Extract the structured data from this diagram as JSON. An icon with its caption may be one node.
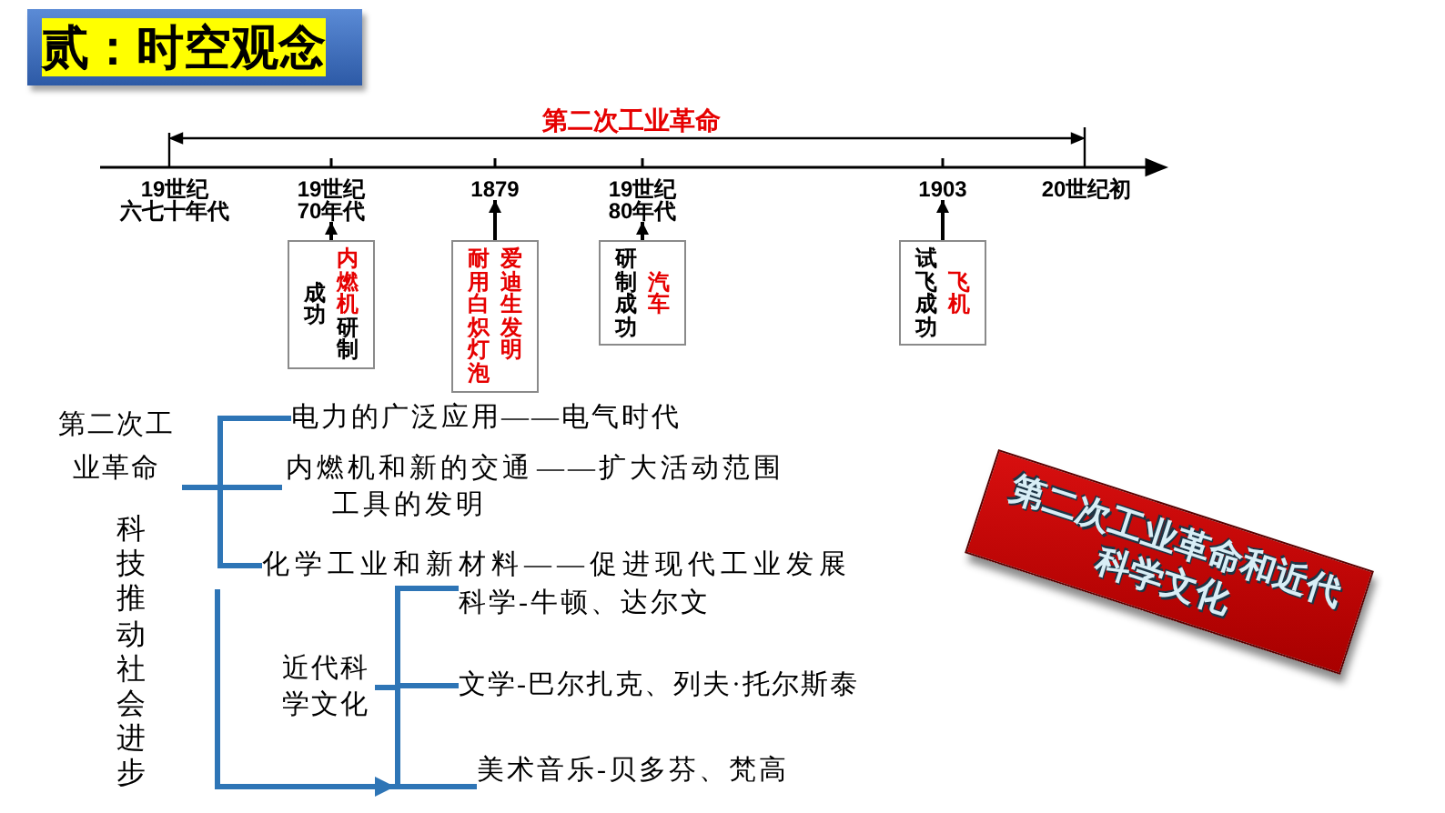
{
  "diagram": {
    "title": "贰：时空观念",
    "nodes": [
      {
        "text": [
          "19世纪70年代"
        ]
      },
      {
        "text": [
          "1879"
        ]
      },
      {
        "text": [
          "19世纪80年代"
        ]
      },
      {
        "text": [
          "1903"
        ]
      },
      {
        "text": [
          "成功",
          "内燃机",
          "研制"
        ]
      },
      {
        "text": [
          "耐用白炽灯泡",
          "爱迪生发明"
        ]
      },
      {
        "text": [
          "研制成功",
          "汽车"
        ]
      },
      {
        "text": [
          "试飞成功",
          "飞机"
        ]
      },
      {
        "text": [
          "第二次工业革命"
        ]
      },
      {
        "text": [
          "电力的广泛应用——电气时代"
        ]
      },
      {
        "text": [
          "内燃机和新的交通工具的发明",
          "——扩大活动范围"
        ]
      },
      {
        "text": [
          "化学工业和新材料——促进现代工业发展"
        ]
      },
      {
        "text": [
          "第二次工业革命和近代科学文化"
        ]
      },
      {
        "text": [
          "近代科学文化"
        ]
      },
      {
        "text": [],
        "shape": "bar"
      },
      {
        "text": [
          "科学-牛顿、达尔文"
        ]
      },
      {
        "text": [
          "文学-巴尔扎克、列夫·托尔斯泰"
        ]
      },
      {
        "text": [
          "美术音乐-贝多芬、梵高"
        ]
      }
    ],
    "edges": [
      {
        "from": 4,
        "to": 0,
        "arrow": "to",
        "color": "#000000"
      },
      {
        "from": 5,
        "to": 1,
        "arrow": "to",
        "color": "#000000"
      },
      {
        "from": 6,
        "to": 2,
        "arrow": "to",
        "color": "#000000"
      },
      {
        "from": 7,
        "to": 3,
        "arrow": "to",
        "color": "#000000"
      },
      {
        "from": 8,
        "to": 9,
        "arrow": "none"
      },
      {
        "from": 8,
        "to": 10,
        "arrow": "none"
      },
      {
        "from": 8,
        "to": 11,
        "arrow": "none"
      },
      {
        "from": 13,
        "to": 14,
        "arrow": "none"
      },
      {
        "from": 14,
        "to": 15,
        "arrow": "none"
      },
      {
        "from": 14,
        "to": 16,
        "arrow": "none"
      },
      {
        "from": 14,
        "to": 17,
        "arrow": "none"
      },
      {
        "from": null,
        "to": 14,
        "arrow": "to"
      }
    ],
    "labels": [
      "第二次工业革命",
      "19世纪六七十年代",
      "20世纪初",
      "科技推动社会进步"
    ]
  }
}
